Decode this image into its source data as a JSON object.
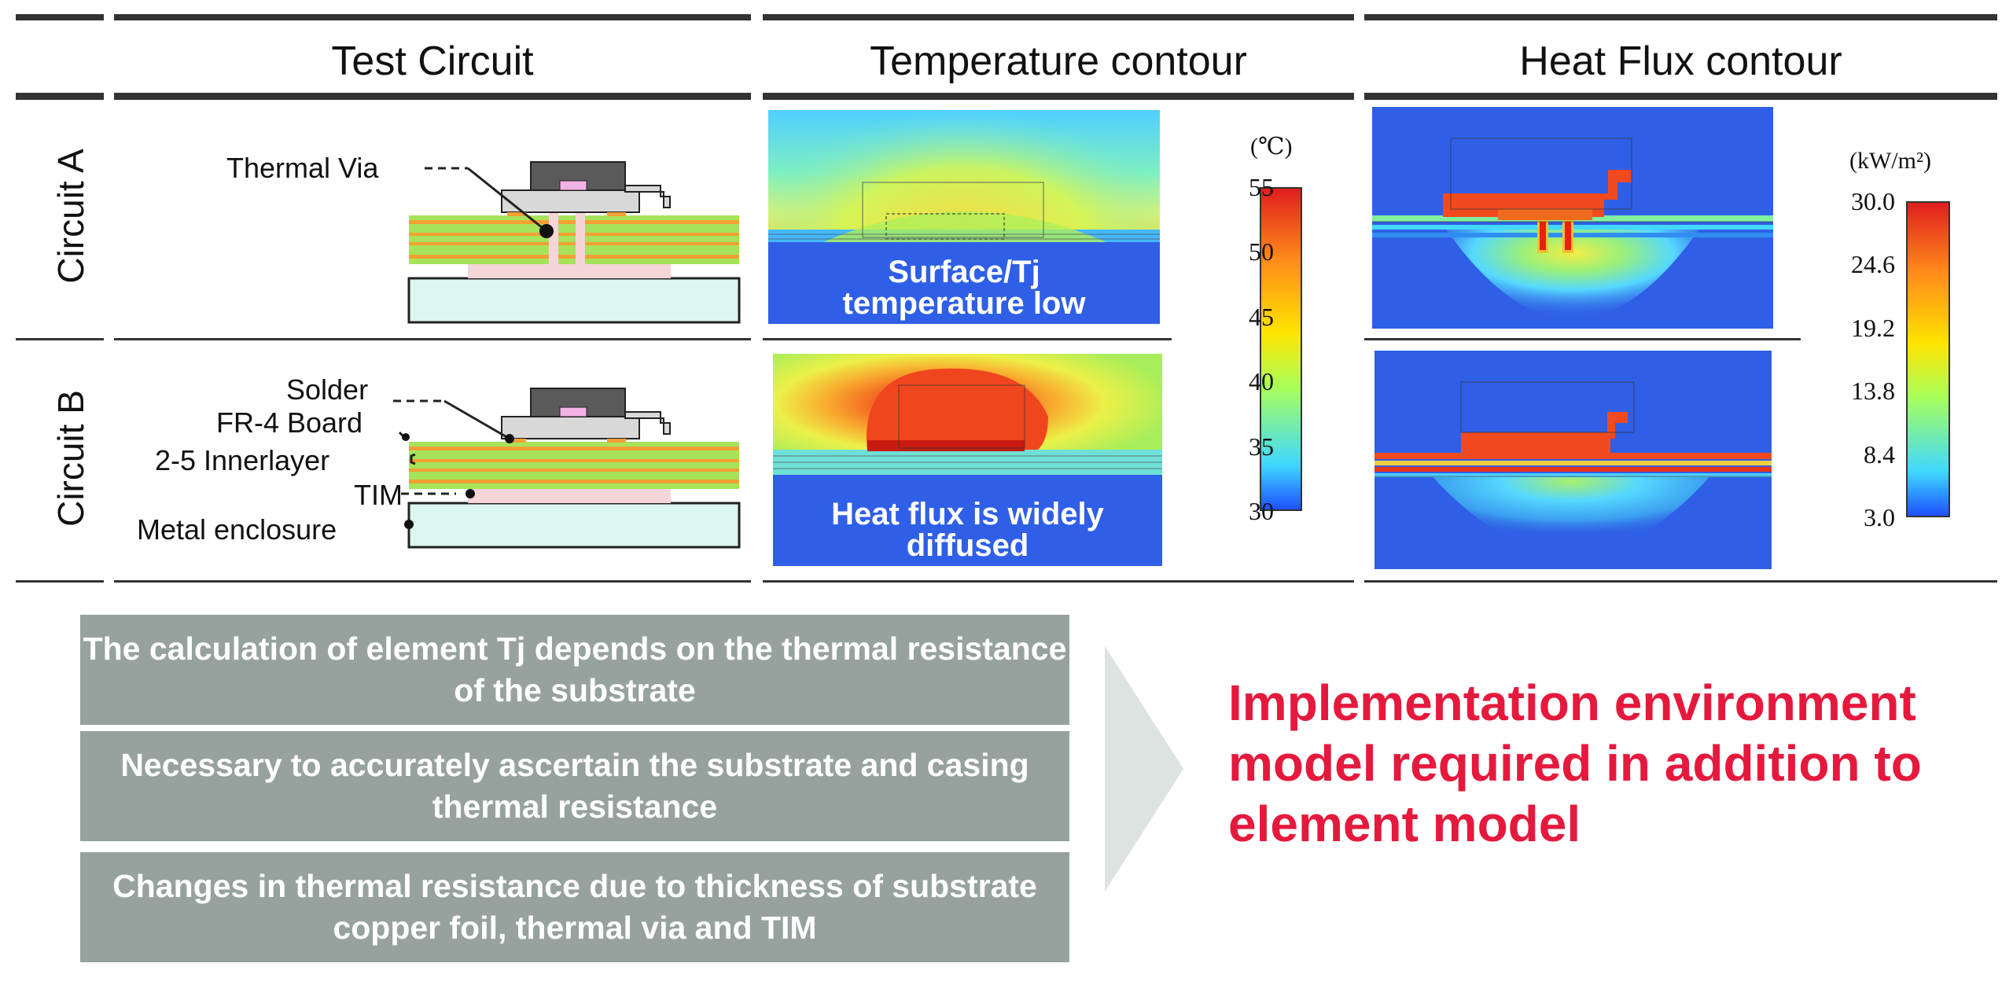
{
  "headers": {
    "test_circuit": "Test Circuit",
    "temperature": "Temperature contour",
    "heat_flux": "Heat Flux contour"
  },
  "rows": {
    "a": "Circuit A",
    "b": "Circuit B"
  },
  "labels": {
    "thermal_via": "Thermal Via",
    "solder": "Solder",
    "fr4": "FR-4 Board",
    "innerlayer": "2-5 Innerlayer",
    "tim": "TIM",
    "enclosure": "Metal enclosure"
  },
  "overlays": {
    "temp_a_line1": "Surface/Tj",
    "temp_a_line2": "temperature low",
    "temp_b_line1": "Heat flux is widely",
    "temp_b_line2": "diffused"
  },
  "temp_scale": {
    "unit": "(℃)",
    "ticks": [
      "55",
      "50",
      "45",
      "40",
      "35",
      "30"
    ]
  },
  "flux_scale": {
    "unit": "(kW/m²)",
    "ticks": [
      "30.0",
      "24.6",
      "19.2",
      "13.8",
      "8.4",
      "3.0"
    ]
  },
  "boxes": [
    "The calculation of element Tj depends on the thermal resistance of the substrate",
    "Necessary to accurately ascertain the substrate and casing thermal resistance",
    "Changes in thermal resistance due to thickness of substrate copper foil, thermal via and TIM"
  ],
  "conclusion": "Implementation environment model required in addition to element model",
  "colors": {
    "box_bg": "#97a29e",
    "conclusion": "#e5193d",
    "contour_blue": "#2f5fe6"
  }
}
